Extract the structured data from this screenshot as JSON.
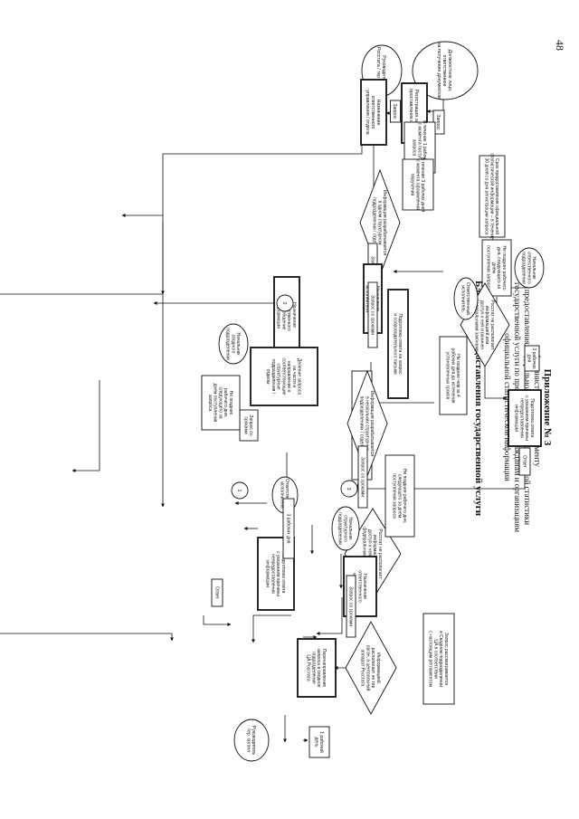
{
  "page_number": "48",
  "appendix": {
    "title": "Приложение № 3",
    "line1": "к Административному регламенту",
    "line2": "предоставления Федеральной службой государственной статистики",
    "line3": "государственной услуги по предоставлению гражданам и организациям",
    "line4": "официальной статистической информации"
  },
  "main_title": "Блок-схема предоставления государственной услуги",
  "nodes": {
    "n1": [
      "Должностное лицо,",
      "ответственное",
      "за получение документов"
    ],
    "n2": [
      "Руководитель",
      "Росстата / тер органа"
    ],
    "n3": [
      "Запрос"
    ],
    "n4": [
      "Регистрация запроса,",
      "проставление штампа"
    ],
    "n5": [
      "Запрос"
    ],
    "n6": [
      "Назначение",
      "ответственного",
      "управления / отдела"
    ],
    "n7": [
      "В течение 1 рабочего дня",
      "с момента поступления",
      "запроса"
    ],
    "n8": [
      "В течение 3 рабочих дней",
      "с момента оформления",
      "поручения"
    ],
    "n9": [
      "Срок предоставления официальной",
      "статистической информации – в течение",
      "30 дней со дня регистрации запроса"
    ],
    "n10": [
      "Начальник",
      "ответственного",
      "подразделения"
    ],
    "n11": [
      "Не позднее рабочего",
      "дня, следующего за",
      "днем",
      "поступления запроса"
    ],
    "n12": [
      "Росстат не располагает",
      "информацией или",
      "доступ к ней ограничен",
      "федеральными законами"
    ],
    "n13": [
      "3 рабочих",
      "дня"
    ],
    "n14": [
      "Подготовка ответа",
      "с указанием причины",
      "непредоставления",
      "информации"
    ],
    "n15": [
      "Ответ"
    ],
    "n16": [
      "Информация разрабатывается",
      "в одном структурном",
      "подразделении / отделе"
    ],
    "n17": [
      "Запрос со сроками"
    ],
    "n18": [
      "Назначение",
      "ответственного",
      "исполнителя"
    ],
    "n19": [
      "Запрос со сроками"
    ],
    "n20": [
      "Подготовка ответа на запрос",
      "и сопроводительного письма"
    ],
    "n21": [
      "Ответственный",
      "исполнитель"
    ],
    "n22": [
      "Не позднее чем за 4",
      "рабочих дня до истечения",
      "установленных сроков"
    ],
    "n23": [
      "Ответ и проект",
      "сопроводительного письма"
    ],
    "n24": [
      "3"
    ],
    "n25": [
      "Информация разрабатывается",
      "в нескольких структурных",
      "подразделениях / отделах"
    ],
    "n26": [
      "Запрос со сроками"
    ],
    "n27": [
      "Назначение",
      "ответственного",
      "за обобщение",
      "информации"
    ],
    "n28": [
      "2"
    ],
    "n29": [
      "Деление запроса",
      "на части и",
      "направление в",
      "соответствующие",
      "структурные",
      "подразделения /",
      "отделы"
    ],
    "n30": [
      "Начальник",
      "сводного",
      "подразделения"
    ],
    "n31": [
      "Запрос со",
      "сроками"
    ],
    "n32": [
      "Не позднее",
      "рабочего дня,",
      "следующего за",
      "днем поступления",
      "запроса"
    ],
    "n33": [
      "Запрос рассматривается",
      "в Сводном подразделении",
      "ЦА в соответствии",
      "с настоящим регламентом"
    ],
    "n34": [
      "Информацией",
      "располагает не тер",
      "орган, а центральный",
      "аппарат Росстата"
    ],
    "n35": [
      "Перенаправление",
      "запроса в сводное",
      "подразделение",
      "ЦА Росстата"
    ],
    "n36": [
      "1 рабочий",
      "день"
    ],
    "n37": [
      "Руководитель",
      "тер. органа"
    ],
    "n38": [
      "Росстат не располагает",
      "информацией или",
      "доступ к ней ограничен",
      "федеральными законами"
    ],
    "n39": [
      "Назначение",
      "ответственного",
      "исполнителя"
    ],
    "n40": [
      "Не позднее рабочего дня,",
      "следующего за днем",
      "поступления запроса"
    ],
    "n41": [
      "Начальник",
      "структурного",
      "подразделения"
    ],
    "n42": [
      "Запрос со сроками"
    ],
    "n43": [
      "Подготовка ответа",
      "с указанием причины",
      "непредоставления",
      "информации"
    ],
    "n44": [
      "Ответственный",
      "исполнитель"
    ],
    "n45": [
      "3 рабочих дня"
    ],
    "n46": [
      "Ответ"
    ],
    "n47": [
      "1"
    ]
  },
  "colors": {
    "ink": "#111111",
    "paper": "#ffffff"
  }
}
